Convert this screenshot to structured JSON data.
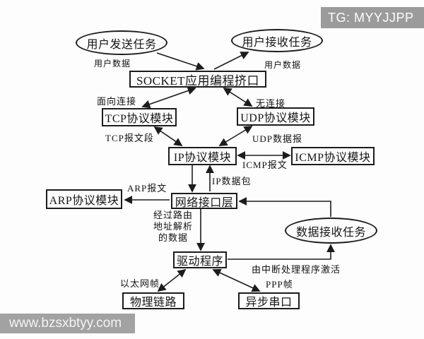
{
  "overlays": {
    "tg_badge": "TG: MYYJJPP",
    "watermark": "www.bzsxbtyy.com"
  },
  "colors": {
    "badge_bg": "#9b9b9b",
    "watermark_bg": "#a2a2a2",
    "line": "#1c1c1c",
    "background": "#fdfdfd"
  },
  "diagram": {
    "nodes": {
      "user_send": "用户发送任务",
      "user_receive": "用户接收任务",
      "socket": "SOCKET应用编程挤口",
      "tcp": "TCP协议模块",
      "udp": "UDP协议模块",
      "ip": "IP协议模块",
      "icmp": "ICMP协议模块",
      "arp": "ARP协议模块",
      "netif": "网络接口层",
      "data_receive": "数据接收任务",
      "driver": "驱动程序",
      "physical": "物理链路",
      "serial": "异步串口"
    },
    "edge_labels": {
      "user_data_left": "用户数据",
      "user_data_right": "用户数据",
      "conn_oriented": "面向连接",
      "connless": "无连接",
      "tcp_segment": "TCP报文段",
      "udp_datagram": "UDP数据报",
      "icmp_packet": "ICMP报文",
      "ip_packet": "IP数据包",
      "arp_packet": "ARP报文",
      "route_lines": [
        "经过路由",
        "地址解析",
        "的数据"
      ],
      "interrupt": "由中断处理程序激活",
      "ethernet_frame": "以太网帧",
      "ppp_frame": "PPP帧"
    }
  }
}
